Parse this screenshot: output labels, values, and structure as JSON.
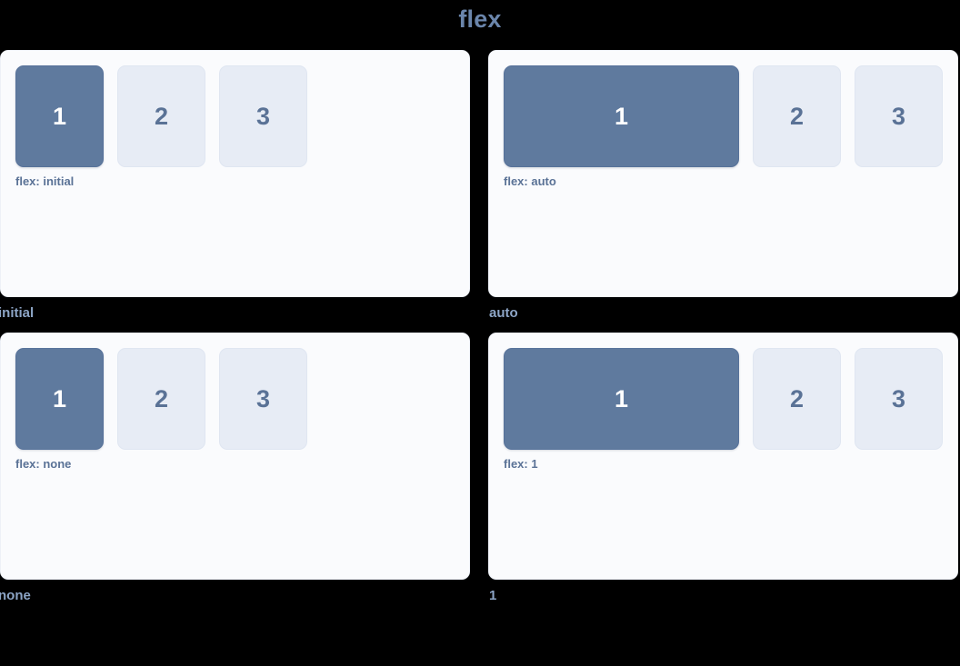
{
  "title": "flex",
  "colors": {
    "background": "#000000",
    "title_text": "#6b86ac",
    "panel_bg": "#fafbfd",
    "panel_border": "#eef1f7",
    "primary_box_bg": "#5f7a9e",
    "primary_box_text": "#ffffff",
    "secondary_box_bg": "#e7ecf5",
    "secondary_box_text": "#5a7296",
    "caption_text": "#5a7296",
    "panel_label_text": "#8da5c6"
  },
  "demos": [
    {
      "id": "initial",
      "mode_class": "mode-initial",
      "caption": "flex: initial",
      "label": "initial",
      "boxes": [
        {
          "label": "1",
          "variant": "primary"
        },
        {
          "label": "2",
          "variant": "secondary"
        },
        {
          "label": "3",
          "variant": "secondary"
        }
      ]
    },
    {
      "id": "auto",
      "mode_class": "mode-auto",
      "caption": "flex: auto",
      "label": "auto",
      "boxes": [
        {
          "label": "1",
          "variant": "primary"
        },
        {
          "label": "2",
          "variant": "secondary"
        },
        {
          "label": "3",
          "variant": "secondary"
        }
      ]
    },
    {
      "id": "none",
      "mode_class": "mode-none",
      "caption": "flex: none",
      "label": "none",
      "boxes": [
        {
          "label": "1",
          "variant": "primary"
        },
        {
          "label": "2",
          "variant": "secondary"
        },
        {
          "label": "3",
          "variant": "secondary"
        }
      ]
    },
    {
      "id": "one",
      "mode_class": "mode-1",
      "caption": "flex: 1",
      "label": "1",
      "boxes": [
        {
          "label": "1",
          "variant": "primary"
        },
        {
          "label": "2",
          "variant": "secondary"
        },
        {
          "label": "3",
          "variant": "secondary"
        }
      ]
    }
  ]
}
